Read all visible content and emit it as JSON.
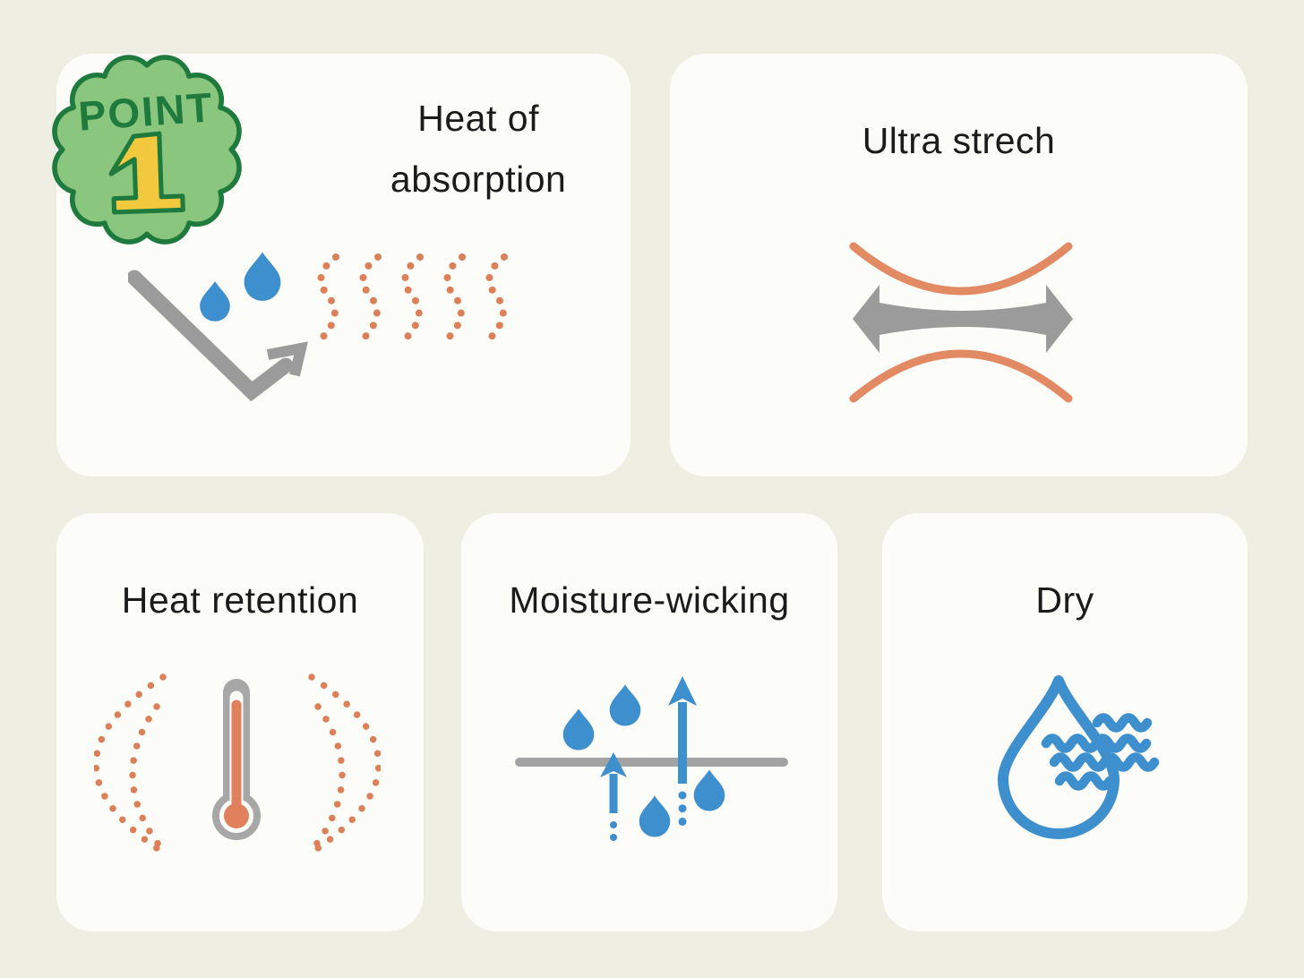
{
  "badge": {
    "label": "POINT",
    "number": "1"
  },
  "cards": [
    {
      "id": "heat-of-absorption",
      "title": "Heat of absorption",
      "title_lines": [
        "Heat of",
        "absorption"
      ],
      "icon": "droplets-bounce-steam-icon"
    },
    {
      "id": "ultra-strech",
      "title": "Ultra strech",
      "title_lines": [
        "Ultra strech"
      ],
      "icon": "stretch-arrow-icon"
    },
    {
      "id": "heat-retention",
      "title": "Heat retention",
      "title_lines": [
        "Heat retention"
      ],
      "icon": "thermometer-radiating-heat-icon"
    },
    {
      "id": "moisture-wicking",
      "title": "Moisture-wicking",
      "title_lines": [
        "Moisture-wicking"
      ],
      "icon": "droplets-through-fabric-arrows-icon"
    },
    {
      "id": "dry",
      "title": "Dry",
      "title_lines": [
        "Dry"
      ],
      "icon": "droplet-wind-icon"
    }
  ],
  "colors": {
    "background": "#EEEEE3",
    "card": "#FCFCF9",
    "badge_green_fill": "#8BC67E",
    "badge_green_dark": "#1F7A3E",
    "badge_number_yellow": "#F2C83E",
    "blue": "#3E8FCE",
    "orange_line": "#E18A64",
    "orange_dots": "#DB8058",
    "thermometer_orange": "#E0805C",
    "gray": "#9B9B9B",
    "title_text": "#1B1B1B"
  }
}
